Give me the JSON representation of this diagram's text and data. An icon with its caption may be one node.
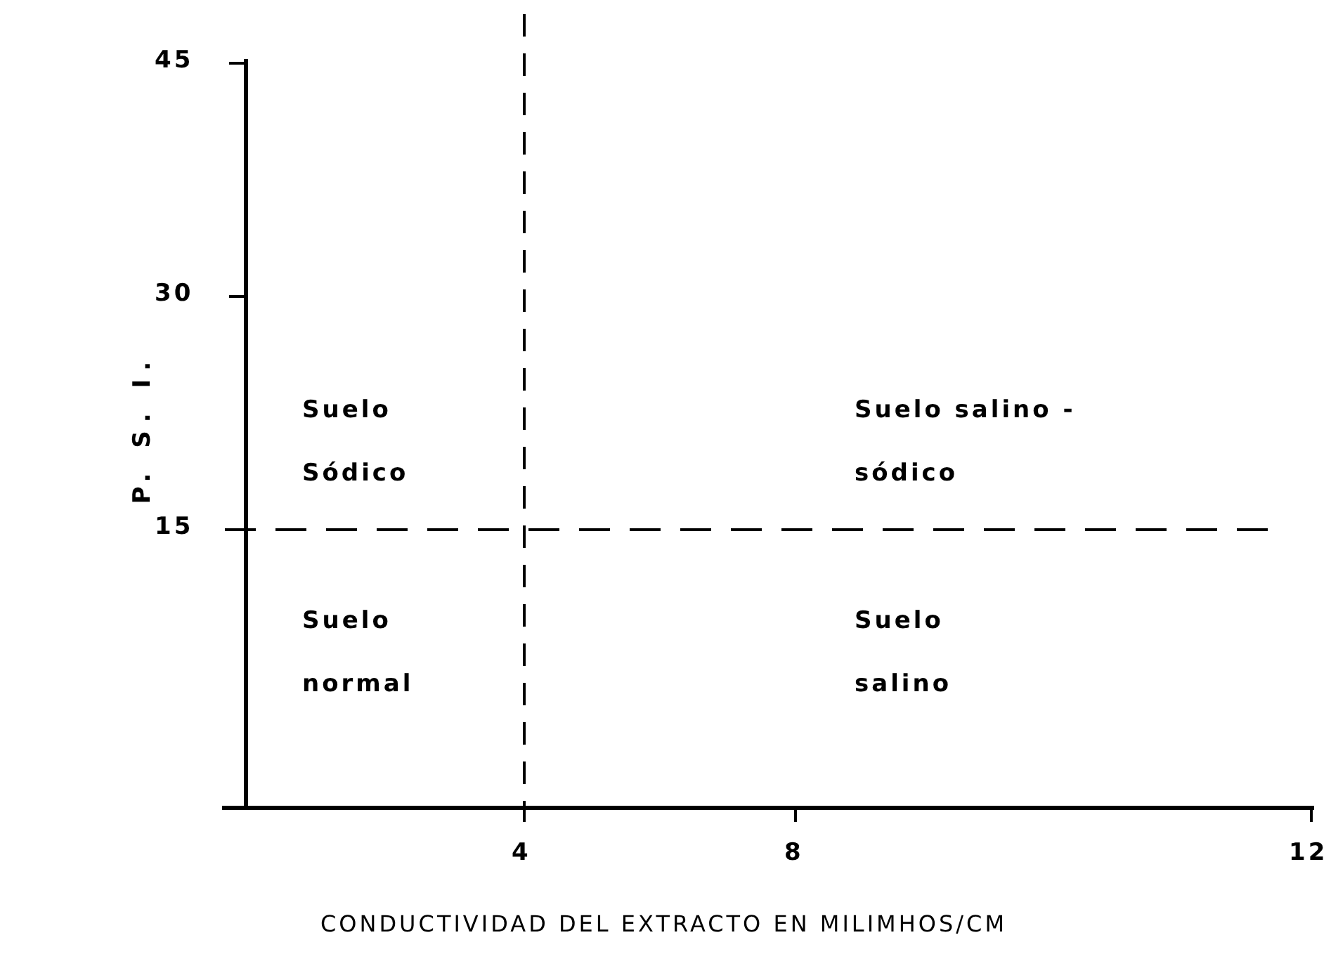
{
  "diagram": {
    "labels": [
      "45",
      "30",
      "15",
      "P. S. I.",
      "Suelo Sódico",
      "Suelo salino - sódico",
      "Suelo normal",
      "Suelo salino",
      "4",
      "8",
      "12",
      "CONDUCTIVIDAD DEL EXTRACTO EN MILIMHOS/CM"
    ]
  }
}
